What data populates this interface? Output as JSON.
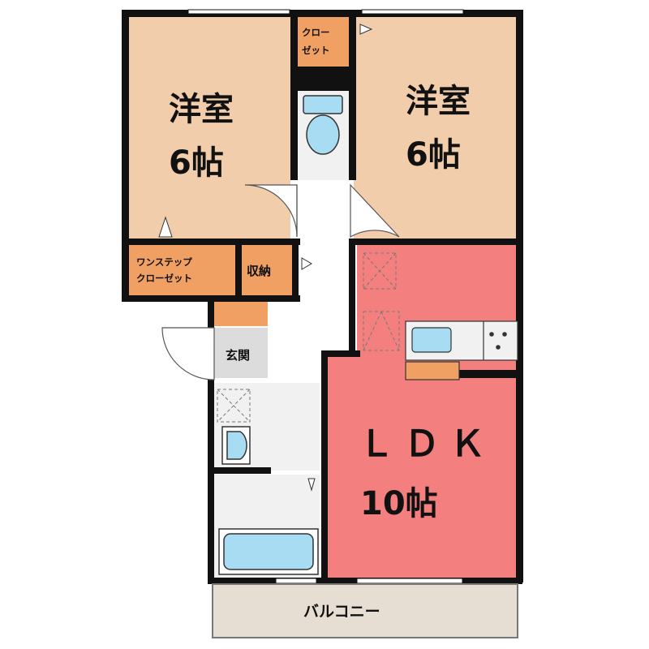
{
  "rooms": {
    "western_left": {
      "name": "洋室",
      "size": "6帖"
    },
    "western_right": {
      "name": "洋室",
      "size": "6帖"
    },
    "closet_top": {
      "line1": "クロー",
      "line2": "ゼット"
    },
    "step_closet": {
      "line1": "ワンステップ",
      "line2": "クローゼット"
    },
    "storage": "収納",
    "entrance": "玄関",
    "ldk": {
      "name": "ＬＤＫ",
      "size": "10帖"
    },
    "balcony": "バルコニー"
  },
  "colors": {
    "western_room": "#f2cdac",
    "closet": "#f0a062",
    "ldk": "#f47f7f",
    "fixture": "#a8dcf2",
    "floor_light": "#f1f1f1",
    "entrance_floor": "#dcdcdc",
    "balcony": "#e6ddd3",
    "wall": "#111111"
  }
}
